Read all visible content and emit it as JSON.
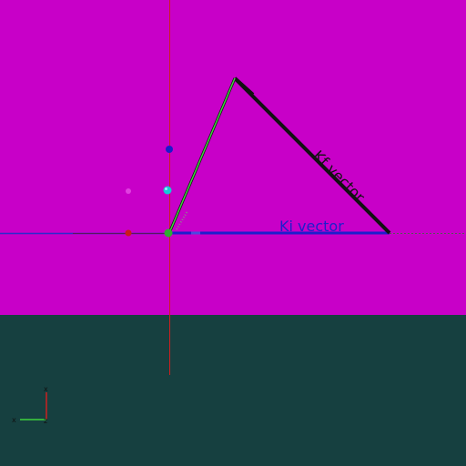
{
  "scene": {
    "colors": {
      "plane": "#c800c8",
      "floor": "#164040",
      "ki_vector": "#1e1ecc",
      "kf_vector": "#111111",
      "q_vector": "#3ed13e",
      "vertical_axis": "#cc2020",
      "label_color": "#1e1ecc"
    },
    "labels": {
      "ki_vector": "Ki vector",
      "kf_vector": "Kf vector"
    },
    "triad": {
      "x_label": "x",
      "y_label": "x",
      "z_label": "z"
    }
  }
}
